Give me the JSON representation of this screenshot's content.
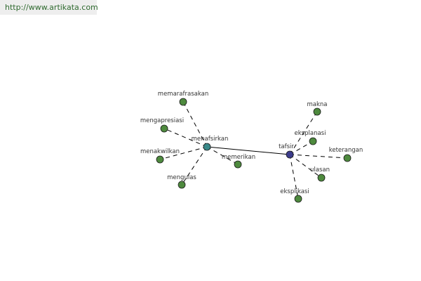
{
  "source_link": "http://www.artikata.com",
  "colors": {
    "hub_primary": "#3a8a8a",
    "hub_secondary": "#3c3c8c",
    "leaf": "#4e8a3e",
    "edge": "#000000"
  },
  "graph": {
    "hubs": [
      {
        "id": "menafsirkan",
        "label": "menafsirkan"
      },
      {
        "id": "tafsir",
        "label": "tafsir"
      }
    ],
    "leaves": [
      {
        "id": "memarafrasakan",
        "label": "memarafrasakan",
        "hub": "menafsirkan"
      },
      {
        "id": "mengapresiasi",
        "label": "mengapresiasi",
        "hub": "menafsirkan"
      },
      {
        "id": "menakwilkan",
        "label": "menakwilkan",
        "hub": "menafsirkan"
      },
      {
        "id": "mengulas",
        "label": "mengulas",
        "hub": "menafsirkan"
      },
      {
        "id": "memerikan",
        "label": "memerikan",
        "hub": "menafsirkan"
      },
      {
        "id": "makna",
        "label": "makna",
        "hub": "tafsir"
      },
      {
        "id": "eksplanasi",
        "label": "eksplanasi",
        "hub": "tafsir"
      },
      {
        "id": "keterangan",
        "label": "keterangan",
        "hub": "tafsir"
      },
      {
        "id": "ulasan",
        "label": "ulasan",
        "hub": "tafsir"
      },
      {
        "id": "eksplikasi",
        "label": "eksplikasi",
        "hub": "tafsir"
      }
    ]
  }
}
